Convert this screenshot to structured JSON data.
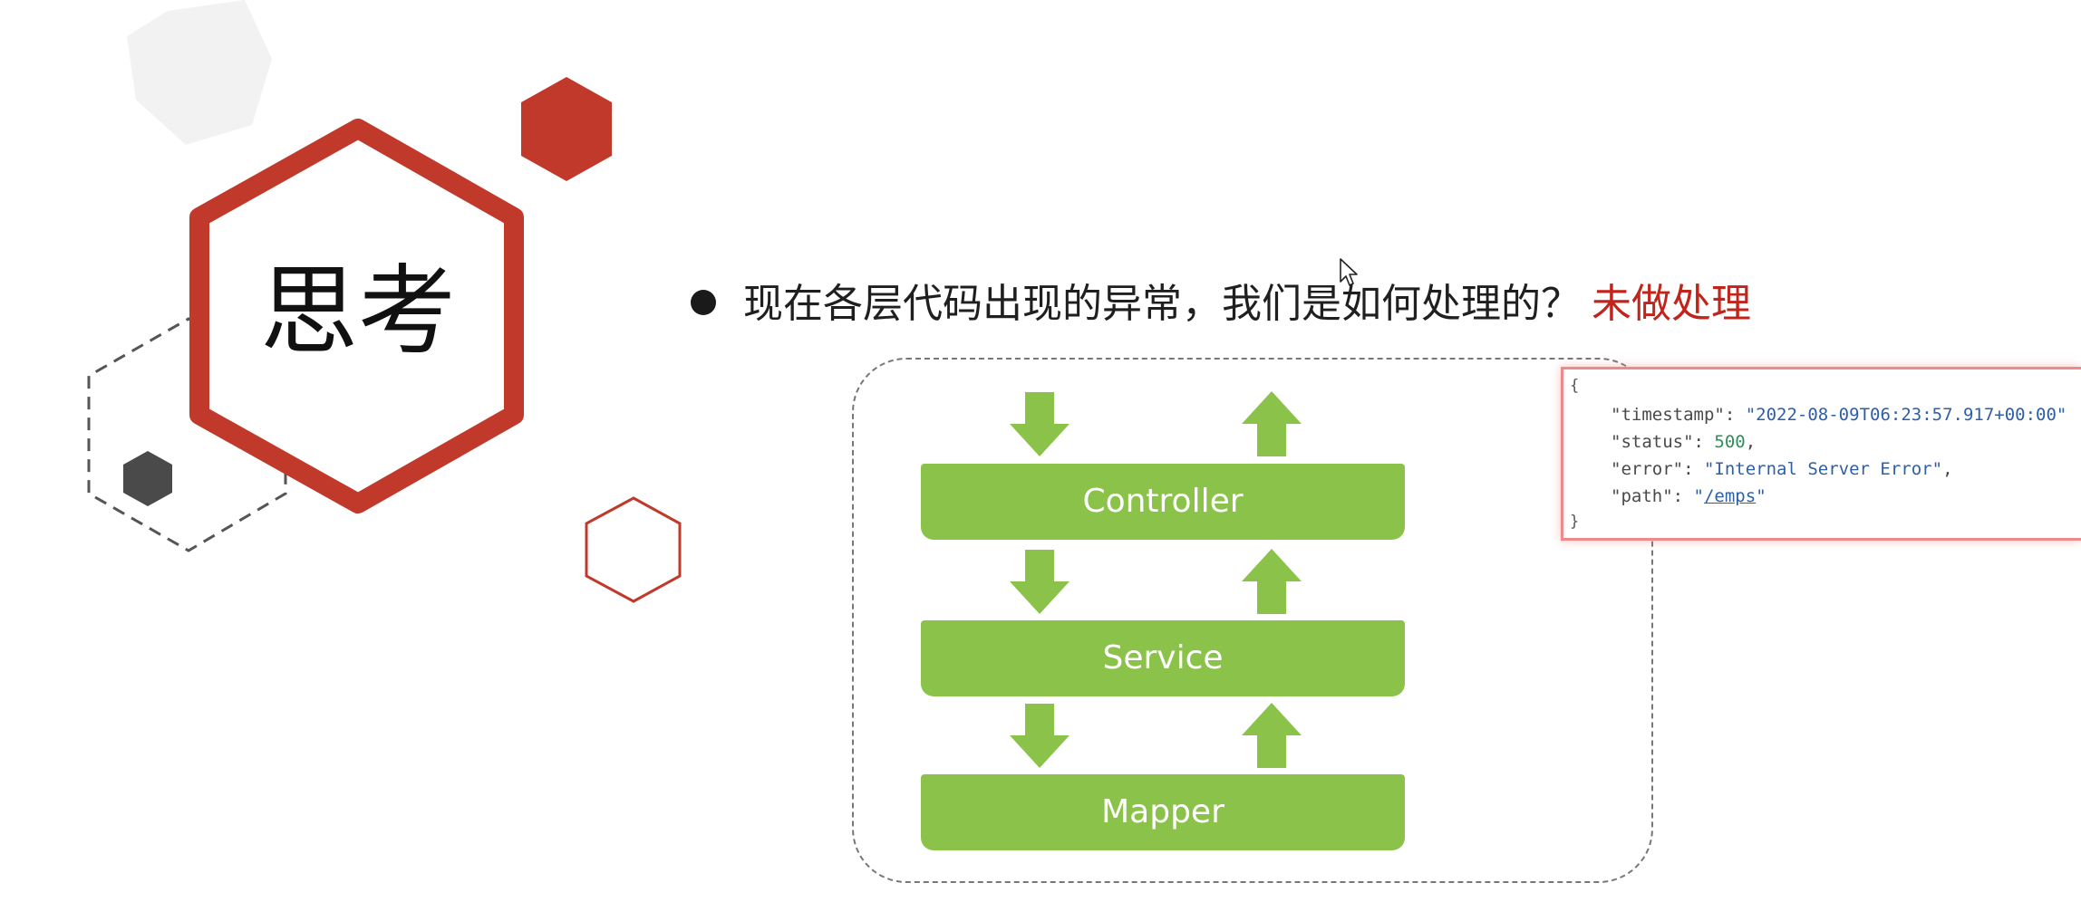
{
  "slide": {
    "title": "思考",
    "question": "现在各层代码出现的异常，我们是如何处理的？",
    "answer": "未做处理"
  },
  "layers": [
    "Controller",
    "Service",
    "Mapper"
  ],
  "json_response": {
    "open_brace": "{",
    "close_brace": "}",
    "lines": [
      {
        "key": "\"timestamp\"",
        "sep": ": ",
        "value": "\"2022-08-09T06:23:57.917+00:00\"",
        "tail": ""
      },
      {
        "key": "\"status\"",
        "sep": ": ",
        "value": "500",
        "tail": ","
      },
      {
        "key": "\"error\"",
        "sep": ": ",
        "value": "\"Internal Server Error\"",
        "tail": ","
      },
      {
        "key": "\"path\"",
        "sep": ": ",
        "value_pre": "\"",
        "value": "/emps",
        "value_post": "\"",
        "tail": ""
      }
    ]
  },
  "colors": {
    "accent_red": "#c0392b",
    "layer_green": "#8bc34a",
    "dark_gray": "#4a4a4a",
    "answer_red": "#c0241b"
  },
  "icons": [
    "cursor-arrow-icon",
    "down-arrow-icon",
    "up-arrow-icon"
  ]
}
